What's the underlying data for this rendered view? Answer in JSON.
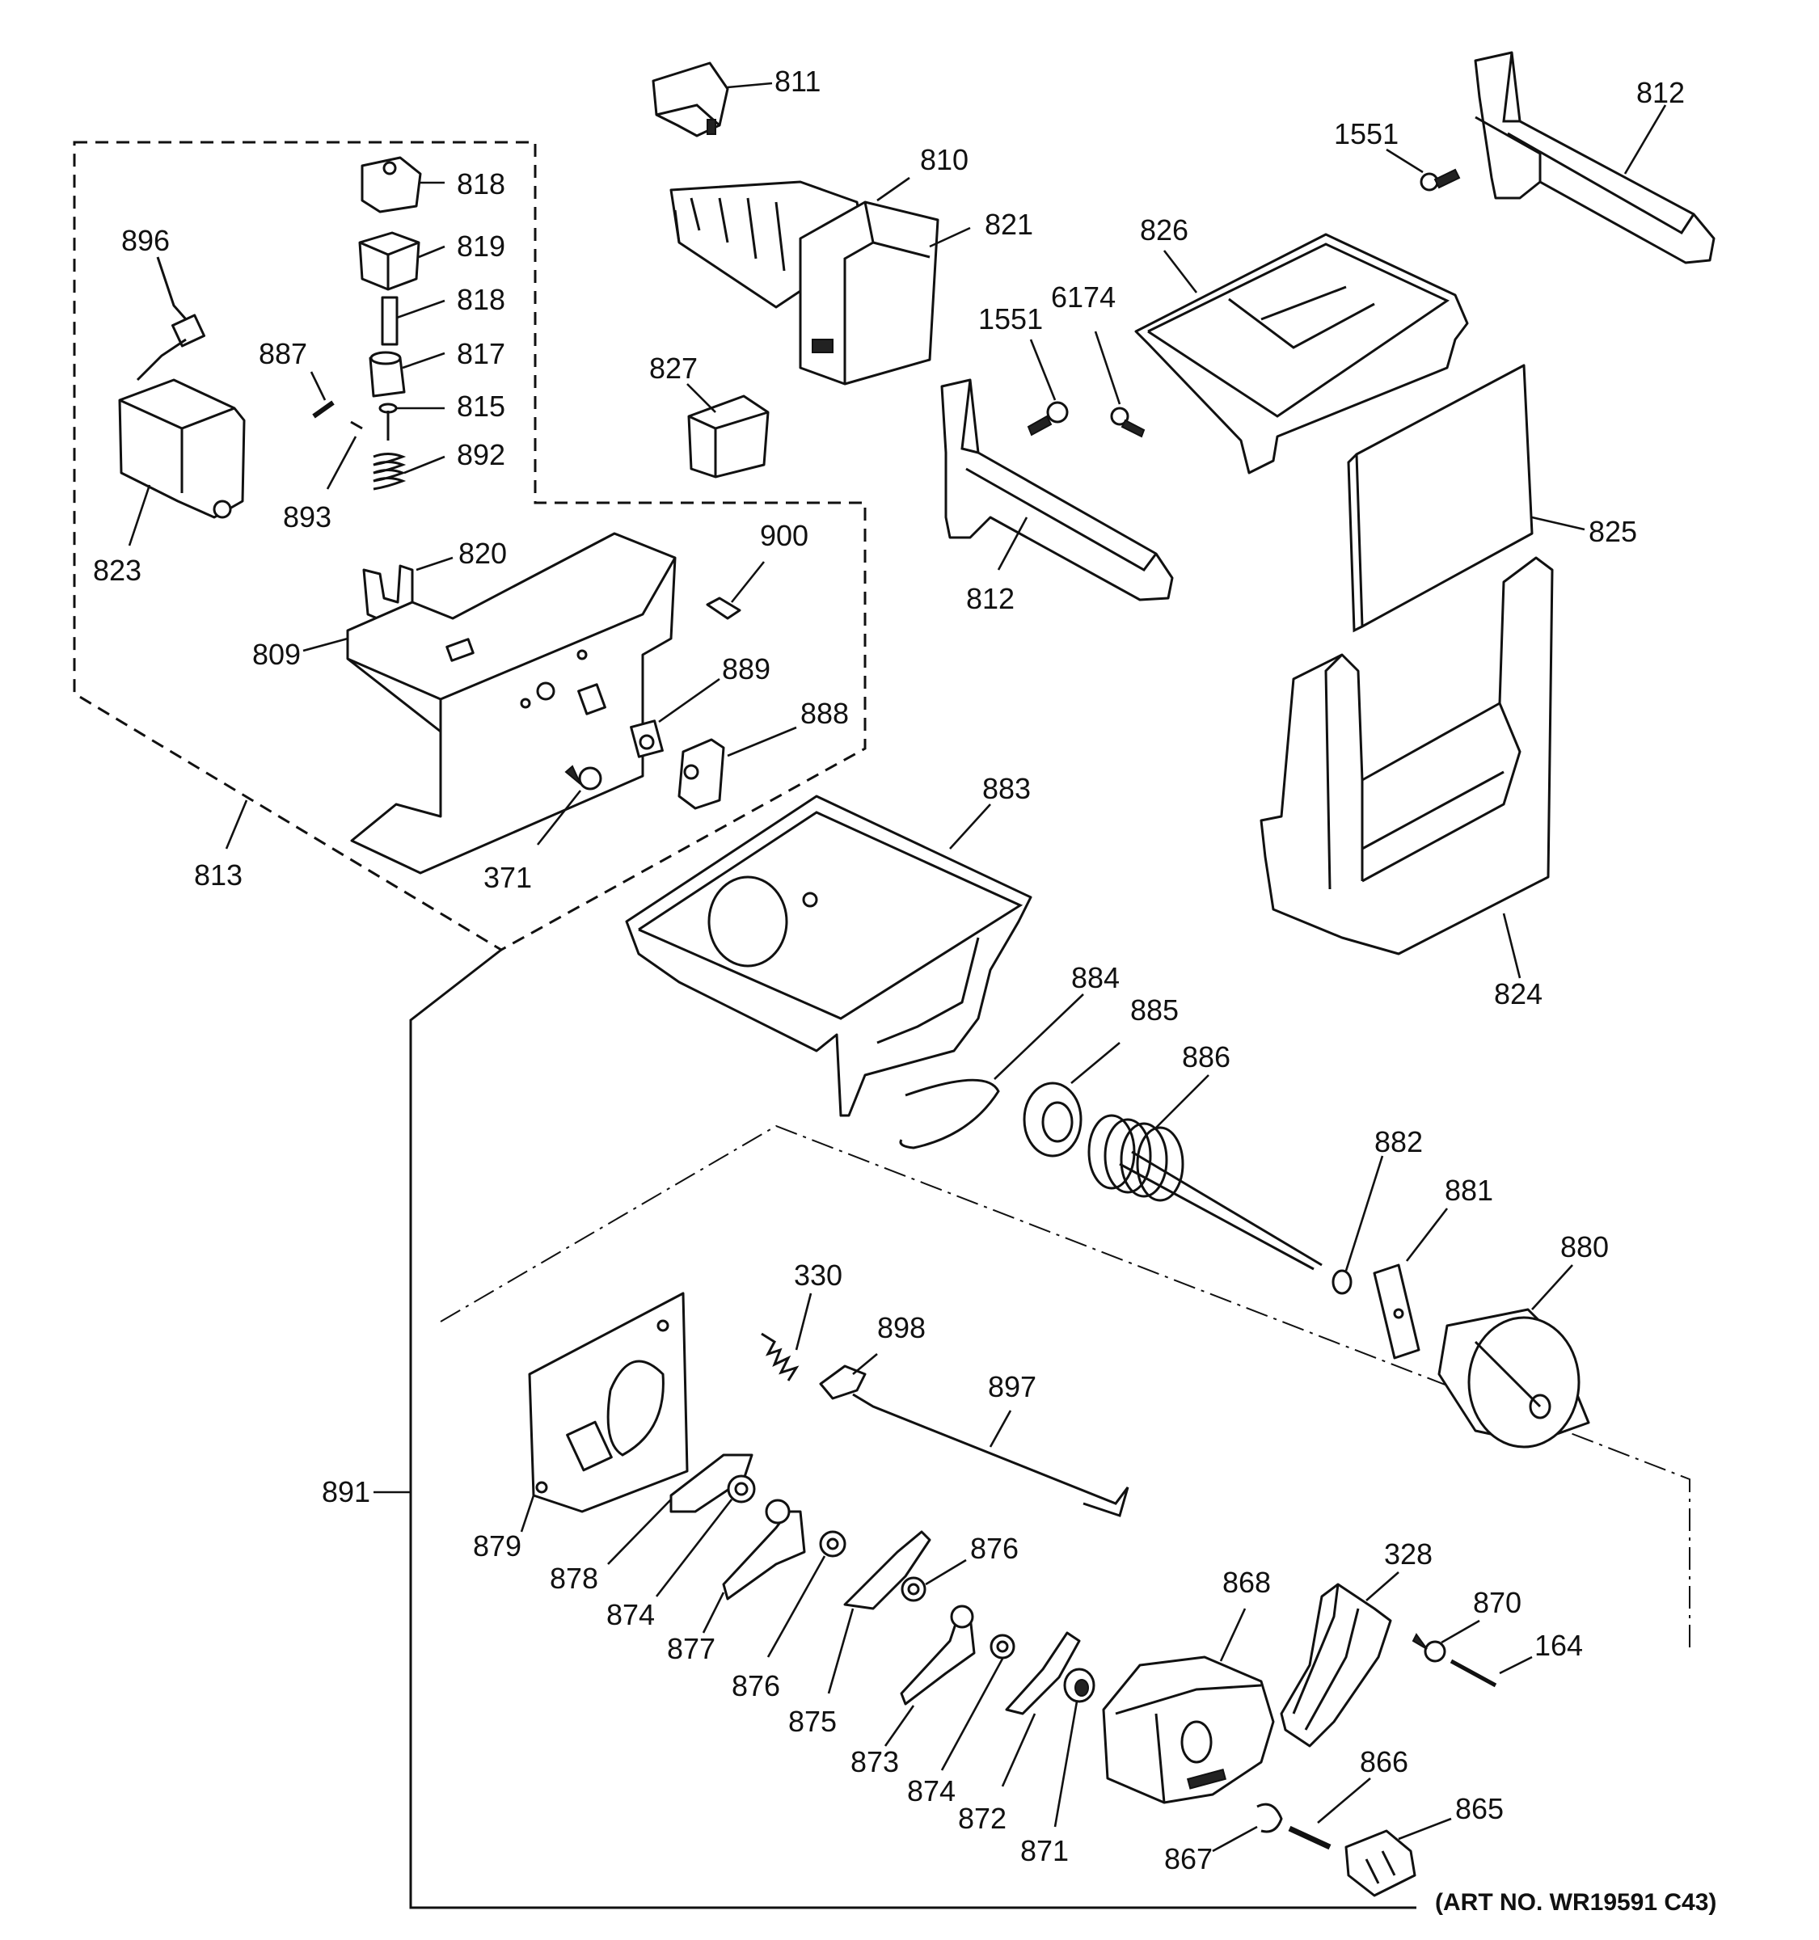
{
  "diagram": {
    "footer": "(ART NO. WR19591 C43)",
    "labels": {
      "811": "811",
      "810": "810",
      "821": "821",
      "812a": "812",
      "1551a": "1551",
      "826": "826",
      "896": "896",
      "818a": "818",
      "819": "819",
      "818b": "818",
      "817": "817",
      "815": "815",
      "892": "892",
      "887": "887",
      "893": "893",
      "823": "823",
      "827": "827",
      "1551b": "1551",
      "6174": "6174",
      "812b": "812",
      "825": "825",
      "820": "820",
      "900": "900",
      "809": "809",
      "889": "889",
      "888": "888",
      "813": "813",
      "371": "371",
      "883": "883",
      "824": "824",
      "884": "884",
      "885": "885",
      "886": "886",
      "882": "882",
      "881": "881",
      "880": "880",
      "330": "330",
      "898": "898",
      "897": "897",
      "891": "891",
      "879": "879",
      "878": "878",
      "874a": "874",
      "877": "877",
      "876a": "876",
      "875": "875",
      "876b": "876",
      "873": "873",
      "874b": "874",
      "872": "872",
      "871": "871",
      "868": "868",
      "328": "328",
      "870": "870",
      "164": "164",
      "866": "866",
      "867": "867",
      "865": "865"
    }
  }
}
